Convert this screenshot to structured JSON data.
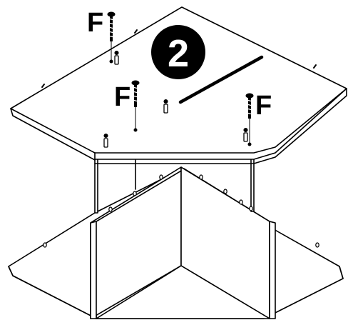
{
  "diagram": {
    "step_number": "2",
    "part_labels": {
      "left": "F",
      "middle": "F",
      "right": "F"
    },
    "colors": {
      "ink": "#000000",
      "board": "#ffffff"
    },
    "icons": [
      "screw-icon",
      "dowel-icon",
      "step-badge-icon"
    ]
  }
}
